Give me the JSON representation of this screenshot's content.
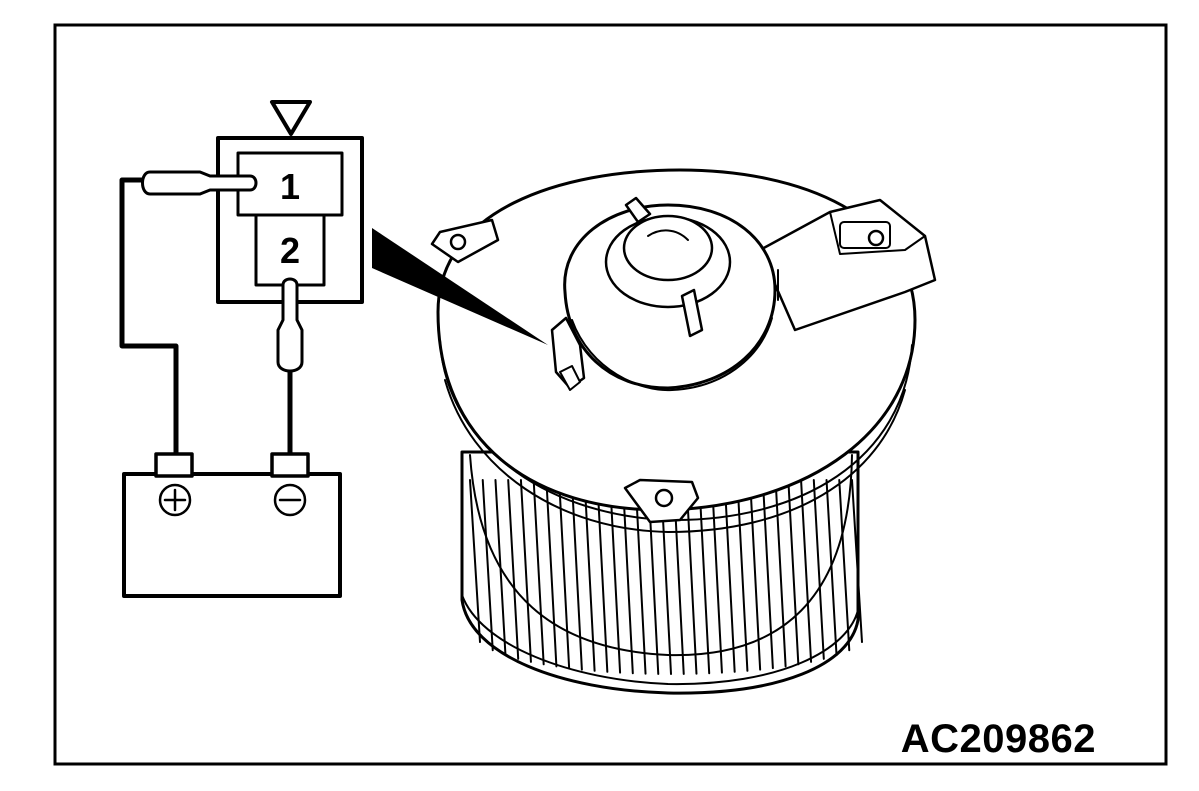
{
  "figure": {
    "id_code": "AC209862",
    "connector": {
      "pins": [
        {
          "label": "1",
          "polarity": "positive"
        },
        {
          "label": "2",
          "polarity": "negative"
        }
      ]
    },
    "battery": {
      "terminals": [
        {
          "symbol": "plus-symbol"
        },
        {
          "symbol": "minus-symbol"
        }
      ]
    },
    "icons": [
      "view-arrow-icon",
      "plus-symbol",
      "minus-symbol"
    ],
    "colors": {
      "line": "#000000",
      "background": "#ffffff"
    }
  }
}
